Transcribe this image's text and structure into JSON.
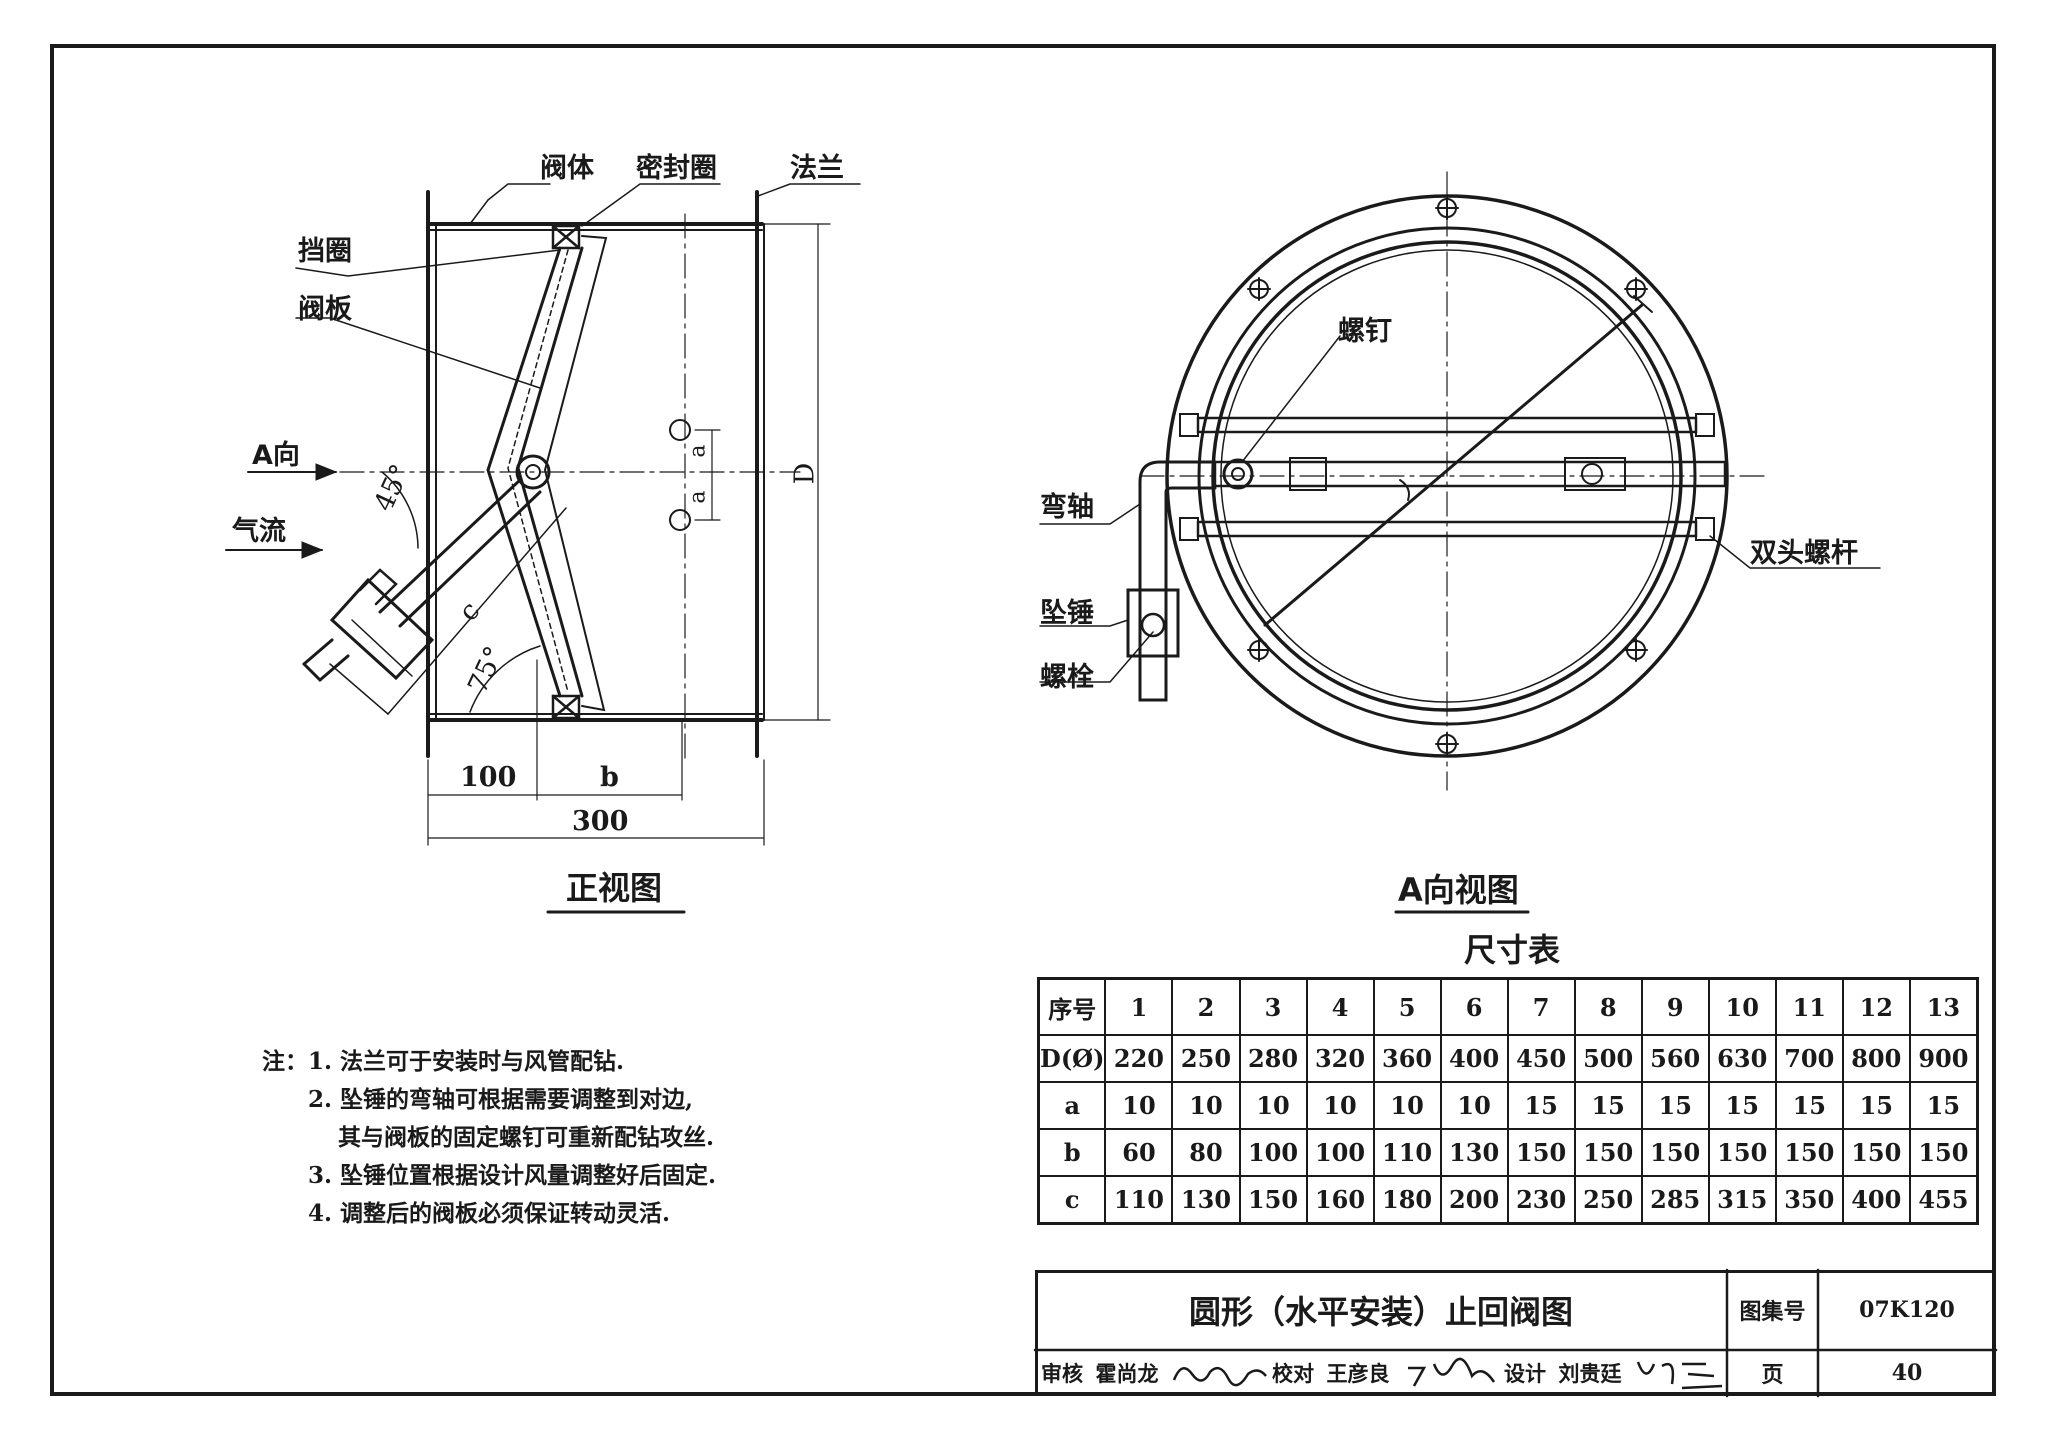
{
  "front_view": {
    "title": "正视图",
    "labels": {
      "valve_body": "阀体",
      "seal_ring": "密封圈",
      "flange": "法兰",
      "retaining_ring": "挡圈",
      "valve_plate": "阀板",
      "a_direction": "A向",
      "airflow": "气流",
      "angle_45": "45°",
      "angle_75": "75°",
      "dim_c": "c",
      "dim_a_1": "a",
      "dim_a_2": "a",
      "dim_d": "D",
      "dim_100": "100",
      "dim_b": "b",
      "dim_300": "300"
    }
  },
  "a_view": {
    "title": "A向视图",
    "labels": {
      "screw": "螺钉",
      "bent_shaft": "弯轴",
      "weight": "坠锤",
      "bolt": "螺栓",
      "double_stud": "双头螺杆"
    }
  },
  "notes": {
    "prefix": "注：",
    "items": [
      "1. 法兰可于安装时与风管配钻.",
      "2. 坠锤的弯轴可根据需要调整到对边,",
      "其与阀板的固定螺钉可重新配钻攻丝.",
      "3. 坠锤位置根据设计风量调整好后固定.",
      "4. 调整后的阀板必须保证转动灵活."
    ]
  },
  "table": {
    "title": "尺寸表",
    "rows": [
      {
        "header": "序号",
        "cells": [
          "1",
          "2",
          "3",
          "4",
          "5",
          "6",
          "7",
          "8",
          "9",
          "10",
          "11",
          "12",
          "13"
        ]
      },
      {
        "header": "D(Ø)",
        "cells": [
          "220",
          "250",
          "280",
          "320",
          "360",
          "400",
          "450",
          "500",
          "560",
          "630",
          "700",
          "800",
          "900"
        ]
      },
      {
        "header": "a",
        "cells": [
          "10",
          "10",
          "10",
          "10",
          "10",
          "10",
          "15",
          "15",
          "15",
          "15",
          "15",
          "15",
          "15"
        ]
      },
      {
        "header": "b",
        "cells": [
          "60",
          "80",
          "100",
          "100",
          "110",
          "130",
          "150",
          "150",
          "150",
          "150",
          "150",
          "150",
          "150"
        ]
      },
      {
        "header": "c",
        "cells": [
          "110",
          "130",
          "150",
          "160",
          "180",
          "200",
          "230",
          "250",
          "285",
          "315",
          "350",
          "400",
          "455"
        ]
      }
    ]
  },
  "title_block": {
    "drawing_title": "圆形（水平安装）止回阀图",
    "atlas_label": "图集号",
    "atlas_no": "07K120",
    "review_label": "审核",
    "review_name": "霍尚龙",
    "check_label": "校对",
    "check_name": "王彦良",
    "design_label": "设计",
    "design_name": "刘贵廷",
    "page_label": "页",
    "page_no": "40"
  }
}
